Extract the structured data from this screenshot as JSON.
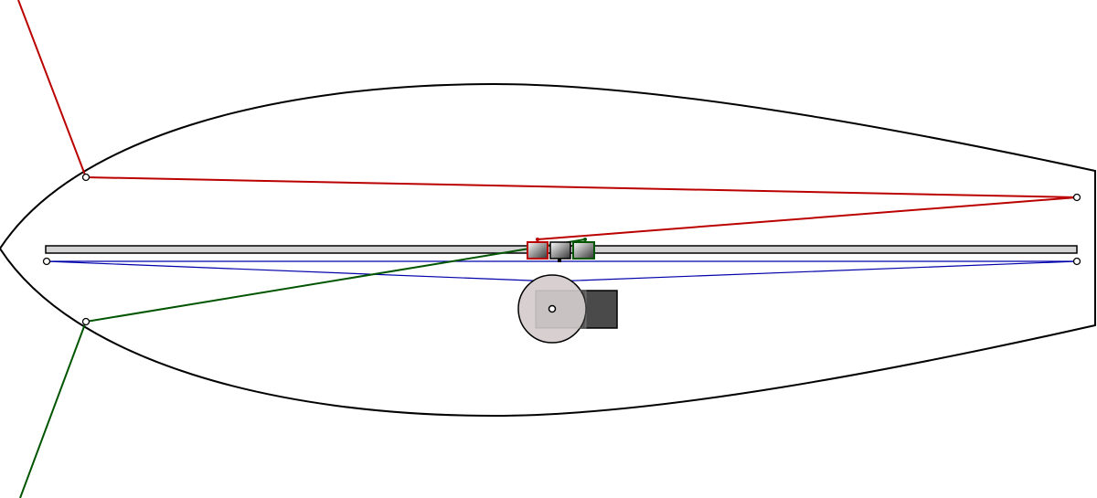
{
  "diagram": {
    "colors": {
      "background": "#ffffff",
      "hull_outline": "#000000",
      "red_line": "#bb0000",
      "green_line": "#005500",
      "blue_line": "#0000aa",
      "track_fill": "#d3d3d3",
      "winch_drum": "#d8d0d0",
      "winch_motor": "#4a4a4a",
      "block_gradient_light": "#ffffff",
      "block_gradient_dark": "#333333"
    },
    "components": [
      "hull",
      "track",
      "red-line",
      "green-line",
      "blue-line",
      "car-red",
      "car-center",
      "car-green",
      "winch-drum",
      "winch-motor",
      "sheaves"
    ]
  }
}
